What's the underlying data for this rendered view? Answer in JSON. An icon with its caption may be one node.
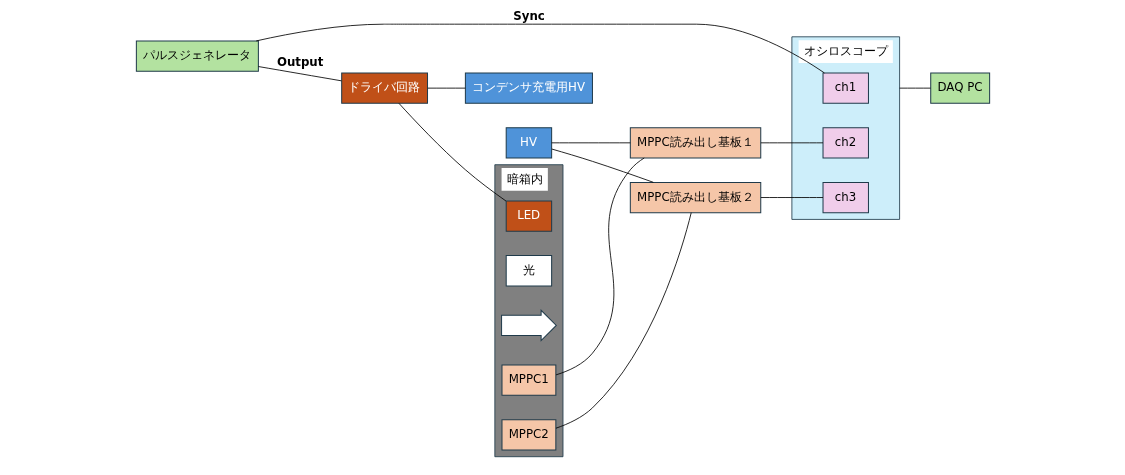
{
  "diagram": {
    "nodes": [
      {
        "text": [
          "パルスジェネレータ"
        ]
      },
      {
        "text": [
          "ドライバ回路"
        ]
      },
      {
        "text": [
          "コンデンサ充電用HV"
        ]
      },
      {
        "text": [
          "暗箱内"
        ]
      },
      {
        "text": [
          "LED"
        ],
        "in": 3
      },
      {
        "text": [
          "光"
        ],
        "in": 3
      },
      {
        "text": [],
        "shape": "arrow",
        "in": 3
      },
      {
        "text": [
          "MPPC1"
        ],
        "in": 3
      },
      {
        "text": [
          "MPPC2"
        ],
        "in": 3
      },
      {
        "text": [
          "HV"
        ]
      },
      {
        "text": [
          "MPPC読み出し基板１"
        ]
      },
      {
        "text": [
          "MPPC読み出し基板２"
        ]
      },
      {
        "text": [
          "オシロスコープ"
        ]
      },
      {
        "text": [
          "ch1"
        ],
        "in": 12
      },
      {
        "text": [
          "ch2"
        ],
        "in": 12
      },
      {
        "text": [
          "ch3"
        ],
        "in": 12
      },
      {
        "text": [
          "DAQ PC"
        ]
      }
    ],
    "edges": [
      {
        "from": 0,
        "to": 13,
        "arrow": "none",
        "label": "Sync"
      },
      {
        "from": 0,
        "to": 1,
        "arrow": "none",
        "label": "Output"
      },
      {
        "from": 1,
        "to": 2,
        "arrow": "none"
      },
      {
        "from": 1,
        "to": 4,
        "arrow": "none"
      },
      {
        "from": 7,
        "to": 10,
        "arrow": "none"
      },
      {
        "from": 8,
        "to": 11,
        "arrow": "none"
      },
      {
        "from": 9,
        "to": 10,
        "arrow": "none"
      },
      {
        "from": 9,
        "to": 11,
        "arrow": "none"
      },
      {
        "from": 10,
        "to": 14,
        "arrow": "none"
      },
      {
        "from": 11,
        "to": 15,
        "arrow": "none"
      },
      {
        "from": 12,
        "to": 16,
        "arrow": "none"
      }
    ]
  }
}
